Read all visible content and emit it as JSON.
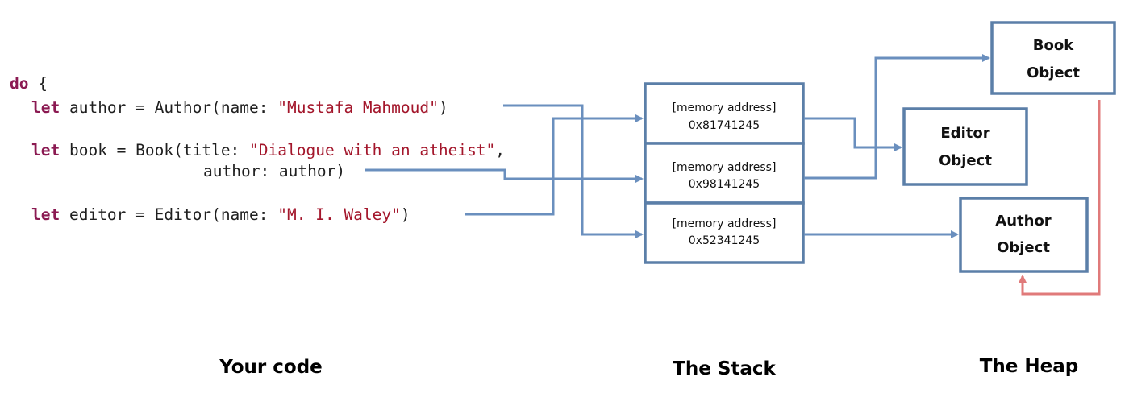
{
  "colors": {
    "arrow": "#6a8fbe",
    "box_border": "#5b7fa8",
    "reference_arrow": "#e07a7a",
    "keyword": "#8b1a52",
    "string": "#a3162b"
  },
  "code": {
    "line_do": {
      "keyword": "do",
      "rest": " {"
    },
    "line_author": {
      "keyword": "let",
      "before": " author = Author(name: ",
      "string": "\"Mustafa Mahmoud\"",
      "after": ")"
    },
    "line_book": {
      "keyword": "let",
      "before": " book = Book(title: ",
      "string": "\"Dialogue with an atheist\"",
      "after": ","
    },
    "line_book_cont": {
      "text": "author: author)"
    },
    "line_editor": {
      "keyword": "let",
      "before": " editor = Editor(name: ",
      "string": "\"M. I. Waley\"",
      "after": ")"
    }
  },
  "stack": {
    "cells": [
      {
        "label": "[memory address]",
        "address": "0x81741245"
      },
      {
        "label": "[memory address]",
        "address": "0x98141245"
      },
      {
        "label": "[memory address]",
        "address": "0x52341245"
      }
    ]
  },
  "heap": {
    "book": {
      "line1": "Book",
      "line2": "Object"
    },
    "editor": {
      "line1": "Editor",
      "line2": "Object"
    },
    "author": {
      "line1": "Author",
      "line2": "Object"
    }
  },
  "labels": {
    "code": "Your code",
    "stack": "The Stack",
    "heap": "The Heap"
  }
}
